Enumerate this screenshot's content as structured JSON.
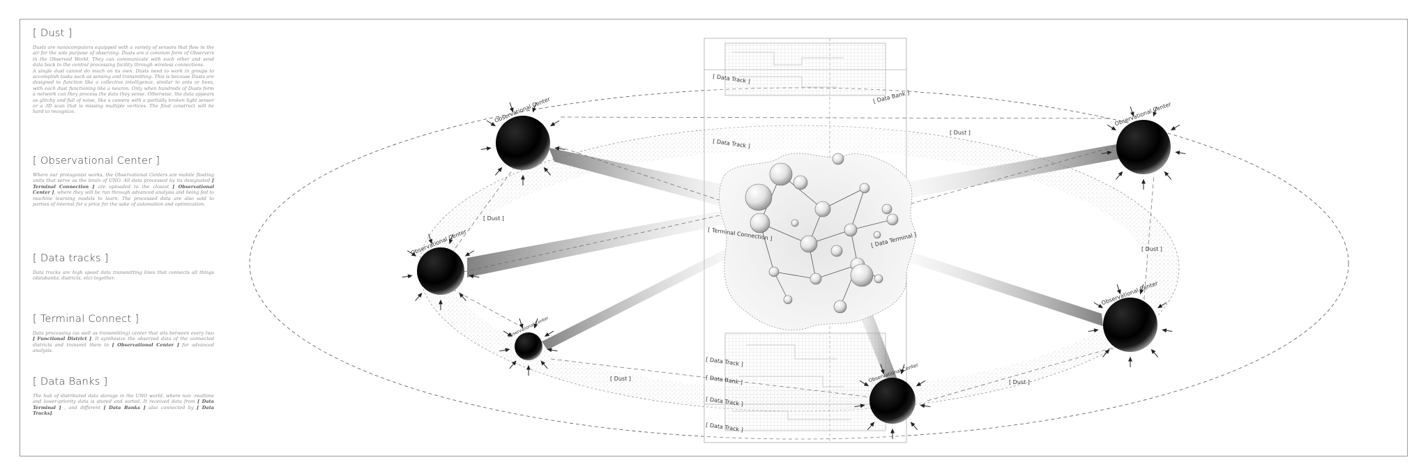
{
  "legend": {
    "dust": {
      "title": "[ Dust ]",
      "p1": "Dusts are nanocomputers equipped with a variety of sensors that flow in the air for the sole purpose of observing. Dusts are a common form of Observers in the Observed World. They can communicate with each other and send data back to the central processing facility through wireless connections.",
      "p2": "A single dust cannot do much on its own. Dusts need to work in groups to accomplish tasks such as sensing and transmitting. This is because Dusts are designed to function like a collective intelligence, similar to ants or bees, with each dust functioning like a neuron. Only when hundreds of Dusts form a network can they process the data they sense. Otherwise, the data appears as glitchy and full of noise, like a camera with a partially broken light sensor or a 3D scan that is missing multiple vertices. The final construct will be hard to recognize."
    },
    "oc": {
      "title": "[  Observational Center  ]",
      "t1": "Where our protagonist works, the Observational Centers are mobile floating units that serve as the brain of UNO. All data processed by its designated ",
      "k1": "[ Terminal Connection ]",
      "t2": " are uploaded to the closest ",
      "k2": "[ Observational Center ]",
      "t3": ", where they will be run through advanced analysis and being fed to machine learning models to learn. The processed data are also sold to parties of interest for a price for the sake of automation and optimization."
    },
    "dt": {
      "title": "[  Data tracks  ]",
      "p": "Data tracks are high speed data transmitting lines that connects all things (databanks, districts, etc) together."
    },
    "tc": {
      "title": "[  Terminal Connect  ]",
      "t1": "Data processing (as well as transmitting) center that sits between every two ",
      "k1": "[ Functional District ]",
      "t2": ". It synthesize the observed data of the connected districts and transmit them to ",
      "k2": "[ Observational Center ]",
      "t3": " for advanced analysis."
    },
    "db": {
      "title": "[  Data Banks  ]",
      "t1": "The hub of distributed data storage  in the UNO world, where non -realtime and lower-priority data is stored and sorted. It received data from ",
      "k1": "[ Data Terminal ]",
      "t2": " , and different ",
      "k2": "[ Data Banks ]",
      "t3": " also connected by ",
      "k3": "[ Data Tracks]",
      "t4": "."
    }
  },
  "diagram": {
    "oc_label": "Observational Center",
    "data_track": "[ Data Track ]",
    "data_bank": "[ Data Bank ]",
    "dust": "[ Dust ]",
    "terminal_connection": "[ Terminal  Connection ]",
    "data_terminal": "[ Data Terminal ]"
  }
}
